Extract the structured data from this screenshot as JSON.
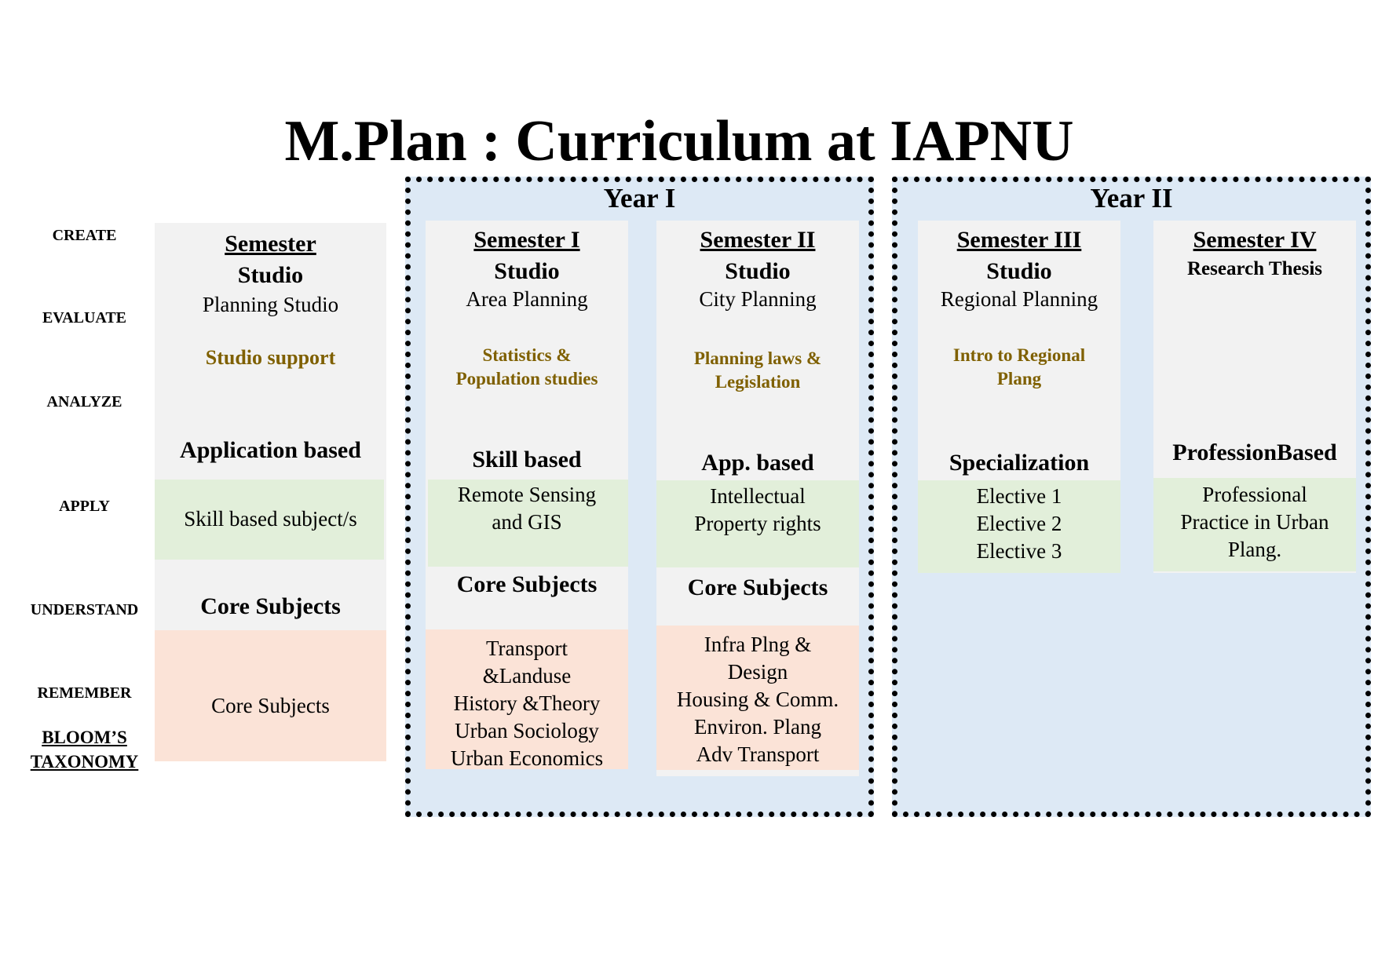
{
  "title": "M.Plan : Curriculum at IAPNU",
  "bloom": {
    "levels": [
      "CREATE",
      "EVALUATE",
      "ANALYZE",
      "APPLY",
      "UNDERSTAND",
      "REMEMBER"
    ],
    "heading_line1": "BLOOM’S",
    "heading_line2": "TAXONOMY"
  },
  "legend_column": {
    "semester": "Semester",
    "studio": "Studio",
    "studio_name": "Planning Studio",
    "support": "Studio support",
    "application_heading": "Application based",
    "skill_band": "Skill based subject/s",
    "core_heading": "Core Subjects",
    "core_band": "Core Subjects"
  },
  "years": [
    {
      "title": "Year I",
      "semesters": [
        {
          "name": "Semester I",
          "studio": "Studio",
          "studio_name": "Area Planning",
          "support": [
            "Statistics &",
            "Population studies"
          ],
          "application_heading": "Skill based",
          "application_items": [
            "Remote Sensing",
            "and GIS"
          ],
          "core_heading": "Core Subjects",
          "core_items": [
            "Transport",
            "&Landuse",
            "History &Theory",
            "Urban Sociology",
            "Urban Economics"
          ]
        },
        {
          "name": "Semester II",
          "studio": "Studio",
          "studio_name": "City Planning",
          "support": [
            "Planning laws &",
            "Legislation"
          ],
          "application_heading": "App. based",
          "application_items": [
            "Intellectual",
            "Property rights"
          ],
          "core_heading": "Core Subjects",
          "core_items": [
            "Infra Plng &",
            "Design",
            "Housing & Comm.",
            "Environ. Plang",
            "Adv Transport"
          ]
        }
      ]
    },
    {
      "title": "Year II",
      "semesters": [
        {
          "name": "Semester III",
          "studio": "Studio",
          "studio_name": "Regional Planning",
          "support": [
            "Intro to Regional",
            "Plang"
          ],
          "application_heading": "Specialization",
          "application_items": [
            "Elective 1",
            "Elective 2",
            "Elective 3"
          ]
        },
        {
          "name": "Semester IV",
          "studio_name": "Research Thesis",
          "application_heading": "ProfessionBased",
          "application_items": [
            "Professional",
            "Practice in Urban",
            "Plang."
          ]
        }
      ]
    }
  ],
  "colors": {
    "year_panel": "#dde9f5",
    "column": "#f2f2f2",
    "skill_band": "#e2efda",
    "core_band": "#fbe3d7",
    "support_text": "#7f6000"
  }
}
